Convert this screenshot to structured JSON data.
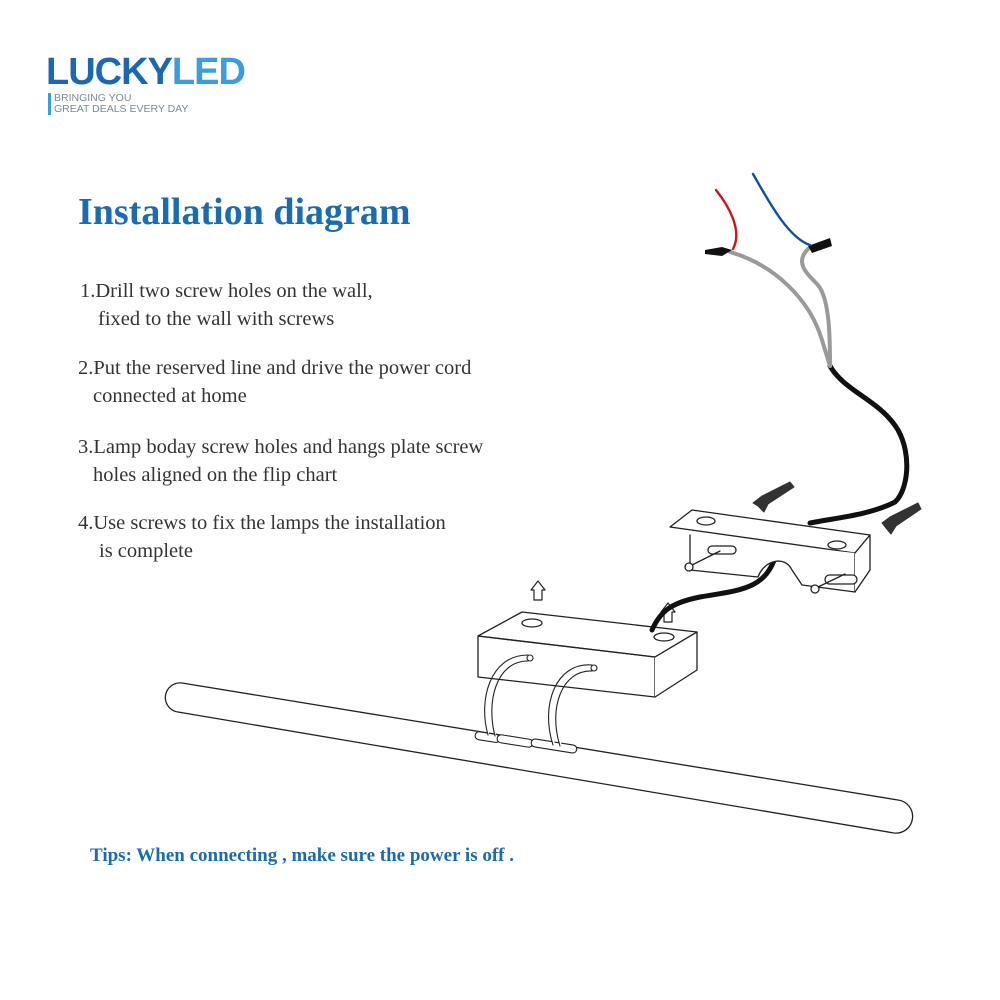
{
  "logo": {
    "brand_part1": "LUCKY",
    "brand_part2": "LED",
    "tagline_line1": "BRINGING YOU",
    "tagline_line2": "GREAT DEALS EVERY DAY"
  },
  "title": "Installation diagram",
  "steps": [
    {
      "line1": "1.Drill two screw holes on the wall,",
      "line2": "fixed to the wall with screws"
    },
    {
      "line1": "2.Put the reserved line and drive the power cord",
      "line2": "connected at home"
    },
    {
      "line1": "3.Lamp boday screw holes and hangs plate screw",
      "line2": "holes aligned on the flip chart"
    },
    {
      "line1": "4.Use screws to fix the lamps the installation",
      "line2": "is complete"
    }
  ],
  "tips": "Tips: When connecting , make sure the power is off .",
  "colors": {
    "brand_dark": "#1a68b2",
    "brand_light": "#3a9ddc",
    "wire_live": "#d0121b",
    "wire_neutral": "#0d4fa0"
  }
}
